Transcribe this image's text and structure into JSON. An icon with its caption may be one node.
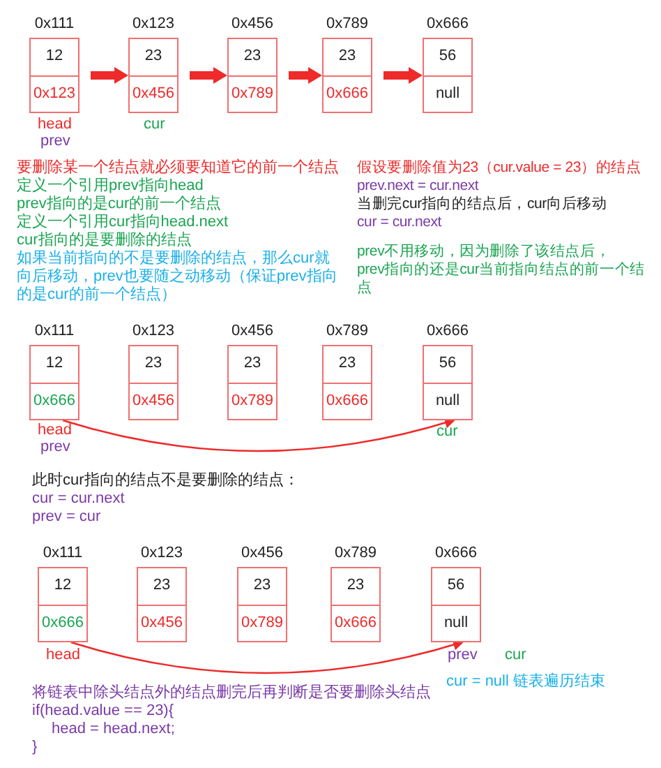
{
  "diagram": {
    "nodes": [
      {
        "text": [
          "12",
          "0x123"
        ],
        "beside": [
          "0x111"
        ]
      },
      {
        "text": [
          "23",
          "0x456"
        ],
        "beside": [
          "0x123"
        ]
      },
      {
        "text": [
          "23",
          "0x789"
        ],
        "beside": [
          "0x456"
        ]
      },
      {
        "text": [
          "23",
          "0x666"
        ],
        "beside": [
          "0x789"
        ]
      },
      {
        "text": [
          "56",
          "null"
        ],
        "beside": [
          "0x666"
        ]
      },
      {
        "text": [
          "12",
          "0x666"
        ],
        "beside": [
          "0x111"
        ]
      },
      {
        "text": [
          "23",
          "0x456"
        ],
        "beside": [
          "0x123"
        ]
      },
      {
        "text": [
          "23",
          "0x789"
        ],
        "beside": [
          "0x456"
        ]
      },
      {
        "text": [
          "23",
          "0x666"
        ],
        "beside": [
          "0x789"
        ]
      },
      {
        "text": [
          "56",
          "null"
        ],
        "beside": [
          "0x666"
        ]
      },
      {
        "text": [
          "12",
          "0x666"
        ],
        "beside": [
          "0x111"
        ]
      },
      {
        "text": [
          "23",
          "0x456"
        ],
        "beside": [
          "0x123"
        ]
      },
      {
        "text": [
          "23",
          "0x789"
        ],
        "beside": [
          "0x456"
        ]
      },
      {
        "text": [
          "23",
          "0x666"
        ],
        "beside": [
          "0x789"
        ]
      },
      {
        "text": [
          "56",
          "null"
        ],
        "beside": [
          "0x666"
        ]
      }
    ],
    "edges": [
      {
        "from": 0,
        "to": 1,
        "arrow": "to"
      },
      {
        "from": 1,
        "to": 2,
        "arrow": "to"
      },
      {
        "from": 2,
        "to": 3,
        "arrow": "to"
      },
      {
        "from": 3,
        "to": 4,
        "arrow": "to"
      },
      {
        "from": 5,
        "to": 9,
        "arrow": "to"
      },
      {
        "from": 10,
        "to": 14,
        "arrow": "to"
      }
    ],
    "labels": [
      "head",
      "prev",
      "cur",
      "要删除某一个结点就必须要知道它的前一个结点",
      "定义一个引用prev指向head",
      "prev指向的是cur的前一个结点",
      "定义一个引用cur指向head.next",
      "cur指向的是要删除的结点",
      "如果当前指向的不是要删除的结点，那么cur就向后移动，prev也要随之动移动（保证prev指向的是cur的前一个结点）",
      "假设要删除值为23（cur.value = 23）的结点",
      "prev.next = cur.next",
      "当删完cur指向的结点后，cur向后移动",
      "cur = cur.next",
      "prev不用移动，因为删除了该结点后，",
      "prev指向的还是cur当前指向结点的前一个结点",
      "head",
      "prev",
      "cur",
      "此时cur指向的结点不是要删除的结点：",
      "cur = cur.next",
      "prev = cur",
      "head",
      "prev",
      "cur",
      "cur = null 链表遍历结束",
      "将链表中除头结点外的结点删完后再判断是否要删除头结点",
      "if(head.value == 23){",
      "head = head.next;",
      "}"
    ]
  }
}
